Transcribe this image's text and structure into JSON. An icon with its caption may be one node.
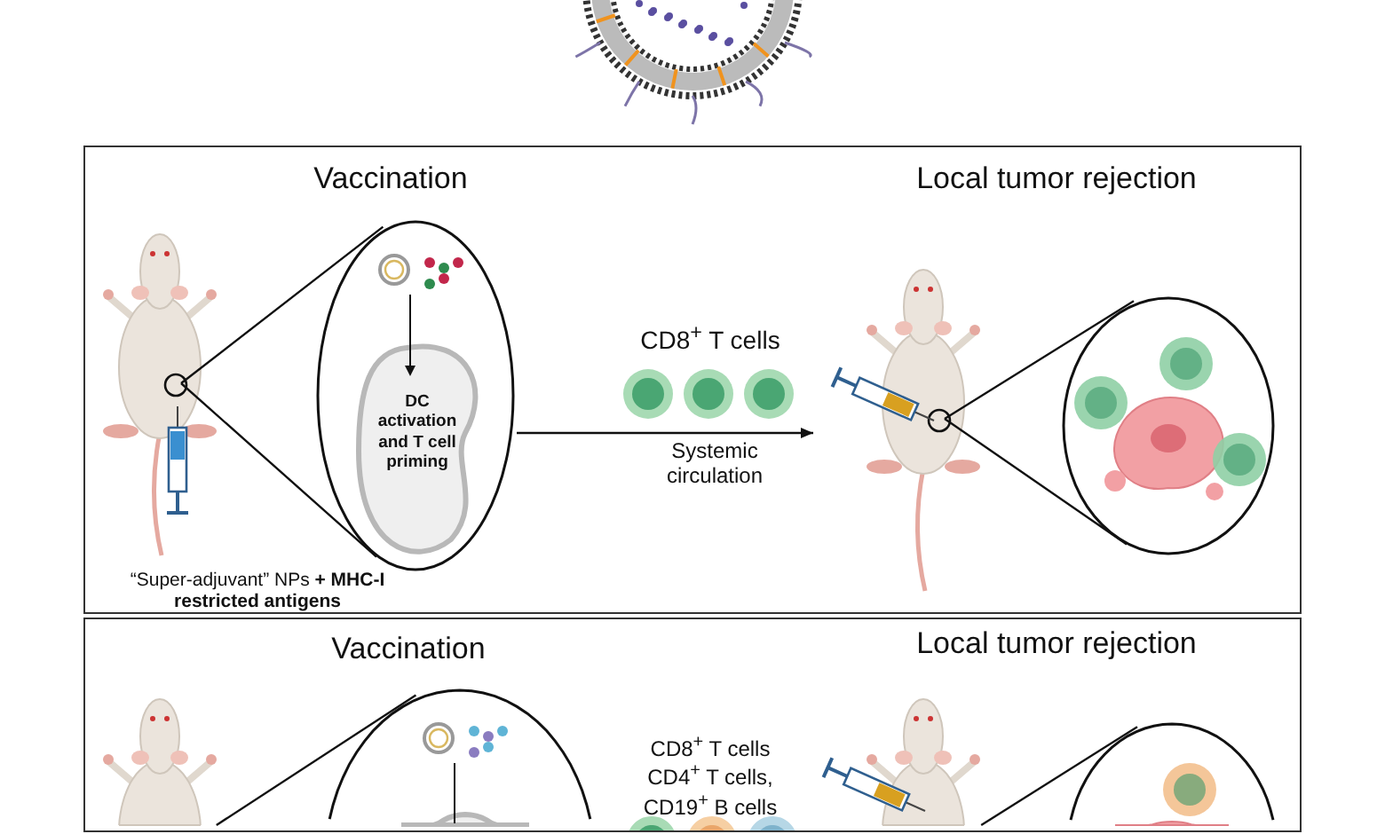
{
  "diagram": {
    "nodes": [
      {
        "text": [],
        "shape": "box"
      },
      {
        "text": [],
        "shape": "picture",
        "in": 0
      },
      {
        "text": [
          "DC activation and T cell priming"
        ],
        "in": 0
      },
      {
        "text": [],
        "shape": "picture",
        "in": 0
      },
      {
        "text": [],
        "shape": "circle",
        "in": 0
      },
      {
        "text": [],
        "shape": "box"
      },
      {
        "text": [],
        "shape": "picture",
        "in": 5
      },
      {
        "text": [],
        "shape": "circle",
        "in": 5
      },
      {
        "text": [],
        "shape": "picture",
        "in": 5
      },
      {
        "text": [],
        "shape": "circle",
        "in": 5
      }
    ],
    "edges": [
      {
        "from": 1,
        "to": 2,
        "arrow": "none"
      },
      {
        "from": 2,
        "to": 3,
        "arrow": "to",
        "label": "Systemic circulation"
      },
      {
        "from": 3,
        "to": 4,
        "arrow": "none"
      },
      {
        "from": 6,
        "to": 7,
        "arrow": "none"
      },
      {
        "from": 8,
        "to": 9,
        "arrow": "none"
      }
    ],
    "labels": [
      "Vaccination",
      "Local tumor rejection",
      "CD8$^{+}$ T cells",
      "“Super-adjuvant” NPs **+ MHC-I restricted antigens**",
      "Vaccination",
      "Local tumor rejection",
      "CD8$^{+}$ T cells CD4$^{+}$ T cells, CD19$^{+}$ B cells"
    ]
  }
}
